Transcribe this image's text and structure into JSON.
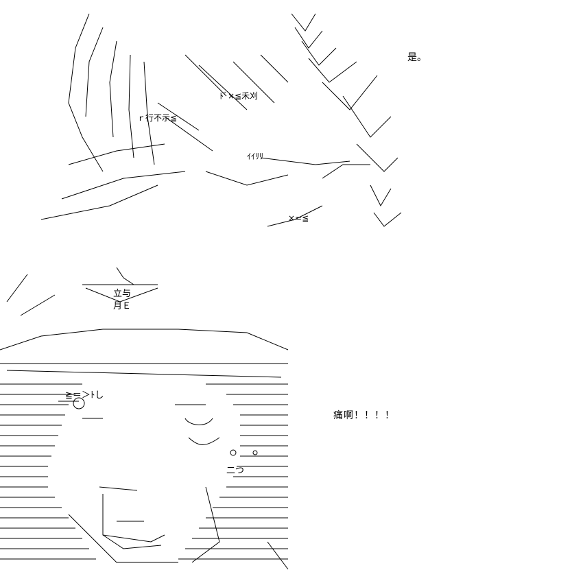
{
  "captions": {
    "top": "是。",
    "bottom": "痛啊！！！！"
  },
  "art": {
    "top_labels": [
      "ｒ行不示≦",
      "ﾄﾞ×≦禾刈",
      "ｲｲﾘﾘ",
      "×=≦"
    ],
    "bottom_labels": [
      "立与",
      "月Ｅ",
      "二つ",
      "≧＝＞ﾄし"
    ]
  }
}
